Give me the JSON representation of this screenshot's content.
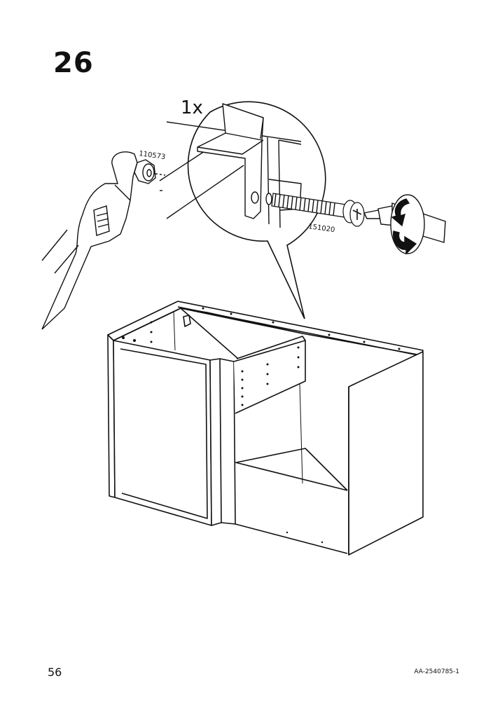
{
  "step": {
    "number": "26"
  },
  "detail": {
    "quantity": "1x"
  },
  "parts": {
    "nut": "110573",
    "screw": "151020"
  },
  "footer": {
    "page_number": "56",
    "document_code": "AA-2540785-1"
  },
  "icons": [
    "wrench-icon",
    "screwdriver-icon",
    "rotate-clockwise-icon",
    "hex-nut-icon",
    "screw-icon"
  ]
}
